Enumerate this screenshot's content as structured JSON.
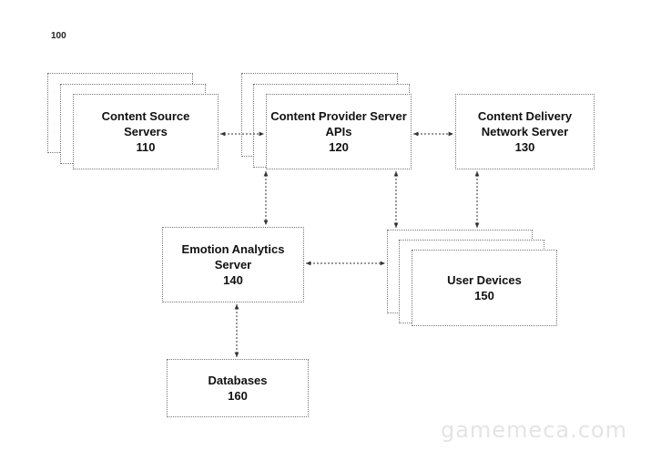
{
  "figure_label": "100",
  "nodes": {
    "content_source": {
      "line1": "Content Source",
      "line2": "Servers",
      "number": "110"
    },
    "content_provider": {
      "line1": "Content Provider Server",
      "line2": "APIs",
      "number": "120"
    },
    "cdn": {
      "line1": "Content Delivery",
      "line2": "Network Server",
      "number": "130"
    },
    "emotion": {
      "line1": "Emotion Analytics Server",
      "number": "140"
    },
    "user_devices": {
      "line1": "User Devices",
      "number": "150"
    },
    "databases": {
      "line1": "Databases",
      "number": "160"
    }
  },
  "watermark": "gamemeca.com"
}
